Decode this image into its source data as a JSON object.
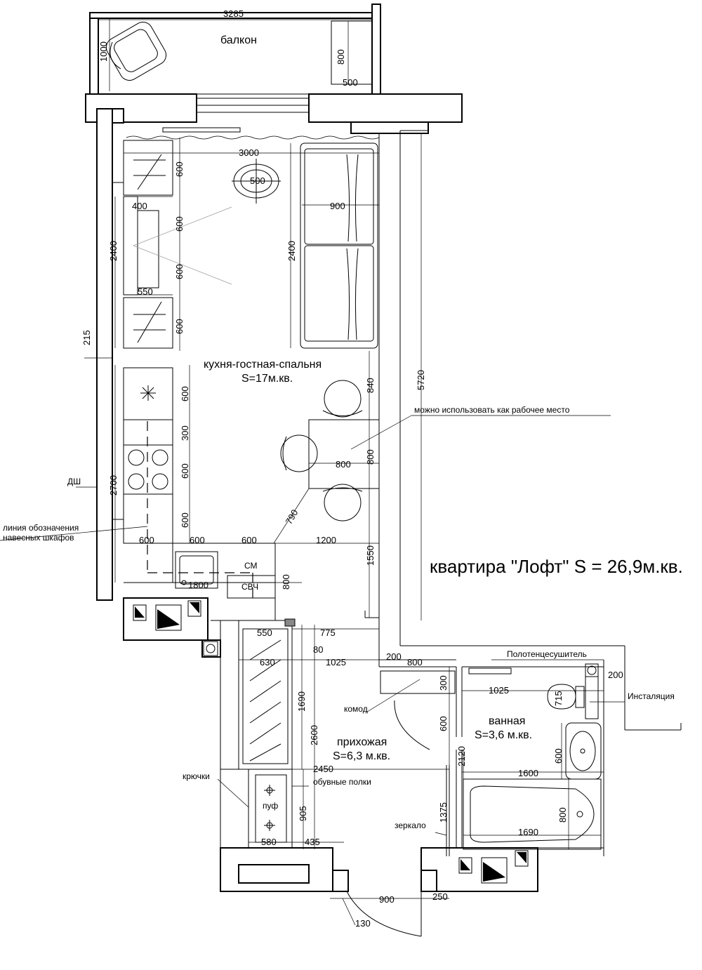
{
  "title": "квартира \"Лофт\" S = 26,9м.кв.",
  "rooms": {
    "balcony": "балкон",
    "living_name": "кухня-гостная-спальня",
    "living_area": "S=17м.кв.",
    "hall_name": "прихожая",
    "hall_area": "S=6,3 м.кв.",
    "bath_name": "ванная",
    "bath_area": "S=3,6 м.кв."
  },
  "labels": {
    "workplace": "можно использовать как  рабочее место",
    "dsh": "ДШ",
    "cabinets_line1": "линия обозначения",
    "cabinets_line2": "навесных шкафов",
    "sm": "СМ",
    "svch": "СВЧ",
    "komod": "комод",
    "towel": "Полотенцесушитель",
    "install": "Инсталяция",
    "hooks": "крючки",
    "shoe": "обувные полки",
    "puf": "пуф",
    "mirror": "зеркало"
  },
  "dims": {
    "d3285": "3285",
    "d1000": "1000",
    "d800a": "800",
    "d500a": "500",
    "d3000": "3000",
    "d500b": "500",
    "d900a": "900",
    "d2400a": "2400",
    "d2400b": "2400",
    "d600a": "600",
    "d400": "400",
    "d600b": "600",
    "d600c": "600",
    "d550a": "550",
    "d600d": "600",
    "d215": "215",
    "d5720": "5720",
    "d840": "840",
    "d600e": "600",
    "d300a": "300",
    "d600f": "600",
    "d600g": "600",
    "d2700": "2700",
    "d800b": "800",
    "d800c": "800",
    "d790": "790",
    "d600h": "600",
    "d600i": "600",
    "d600j": "600",
    "d1200": "1200",
    "d1550": "1550",
    "d1800": "1800",
    "d800d": "800",
    "d775": "775",
    "d550b": "550",
    "d80": "80",
    "d630": "630",
    "d1025a": "1025",
    "d200a": "200",
    "d800e": "800",
    "d300b": "300",
    "d1025b": "1025",
    "d715": "715",
    "d200b": "200",
    "d1690a": "1690",
    "d2600": "2600",
    "d600k": "600",
    "d2120": "2120",
    "d600l": "600",
    "d2450": "2450",
    "d1600": "1600",
    "d905": "905",
    "d1375": "1375",
    "d800f": "800",
    "d1690b": "1690",
    "d580": "580",
    "d435": "435",
    "d900b": "900",
    "d250": "250",
    "d130": "130"
  }
}
